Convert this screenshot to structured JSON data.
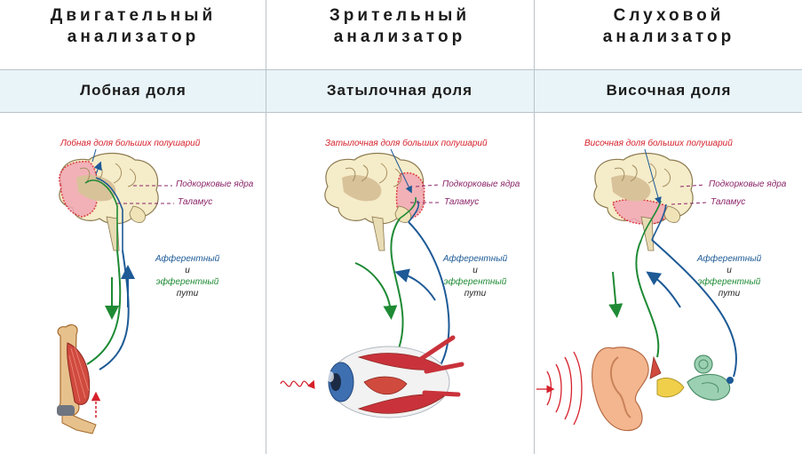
{
  "columns": [
    {
      "analyzer_line1": "Двигательный",
      "analyzer_line2": "анализатор",
      "lobe": "Лобная доля",
      "lobe_label": "Лобная доля больших полушарий",
      "subcortical": "Подкорковые ядра",
      "thalamus": "Таламус",
      "afferent": "Афферентный",
      "and": "и",
      "efferent": "эфферентный",
      "paths": "пути"
    },
    {
      "analyzer_line1": "Зрительный",
      "analyzer_line2": "анализатор",
      "lobe": "Затылочная доля",
      "lobe_label": "Затылочная доля больших полушарий",
      "subcortical": "Подкорковые ядра",
      "thalamus": "Таламус",
      "afferent": "Афферентный",
      "and": "и",
      "efferent": "эфферентный",
      "paths": "пути"
    },
    {
      "analyzer_line1": "Слуховой",
      "analyzer_line2": "анализатор",
      "lobe": "Височная доля",
      "lobe_label": "Височная доля больших полушарий",
      "subcortical": "Подкорковые ядра",
      "thalamus": "Таламус",
      "afferent": "Афферентный",
      "and": "и",
      "efferent": "эфферентный",
      "paths": "пути"
    }
  ],
  "colors": {
    "lobe_highlight": "#d6202a",
    "afferent_path": "#1d5a96",
    "efferent_path": "#1e8a34",
    "nuclei_label": "#8b2468"
  }
}
